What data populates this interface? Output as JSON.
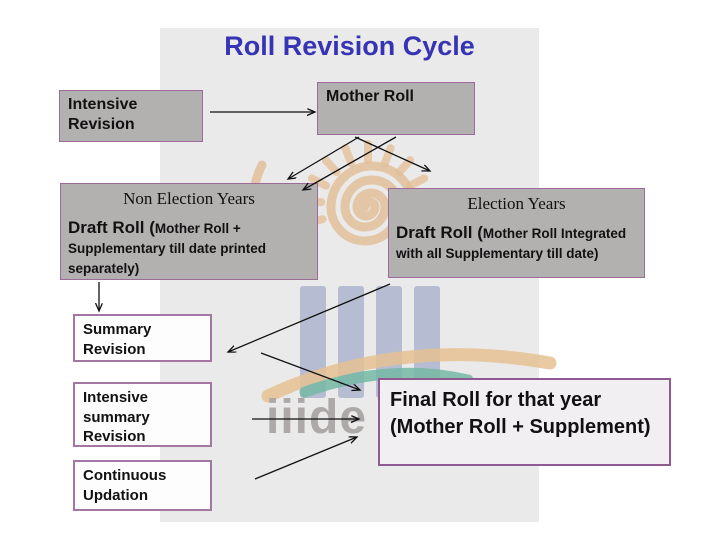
{
  "slide": {
    "title": "Roll Revision Cycle",
    "watermark_text": "iiide"
  },
  "boxes": {
    "intensive_revision": {
      "label": "Intensive Revision"
    },
    "mother_roll": {
      "label": "Mother Roll"
    },
    "non_election_years": {
      "heading": "Non Election Years",
      "lead": "Draft Roll (",
      "detail": "Mother Roll + Supplementary till date printed separately)"
    },
    "election_years": {
      "heading": "Election Years",
      "lead": "Draft Roll (",
      "detail": "Mother Roll Integrated with all Supplementary till date)"
    },
    "summary_revision": {
      "label": "Summary Revision"
    },
    "intensive_summary_revision": {
      "label": "Intensive summary Revision"
    },
    "continuous_updation": {
      "label": "Continuous Updation"
    },
    "final_roll": {
      "label": "Final Roll for that year (Mother Roll + Supplement)"
    }
  },
  "colors": {
    "title": "#3634b4",
    "slide_bg": "#ebeaea",
    "gray_box_fill": "#b3b0b0",
    "gray_box_border": "#9c6b9c",
    "white_box_border": "#a277a2",
    "final_box_border": "#8f5a8f",
    "arrow": "#111111",
    "watermark_tan": "#dfba90",
    "watermark_blue": "#a9b1cb",
    "watermark_teal": "#74b9a4",
    "watermark_text": "#a7a3a3"
  }
}
